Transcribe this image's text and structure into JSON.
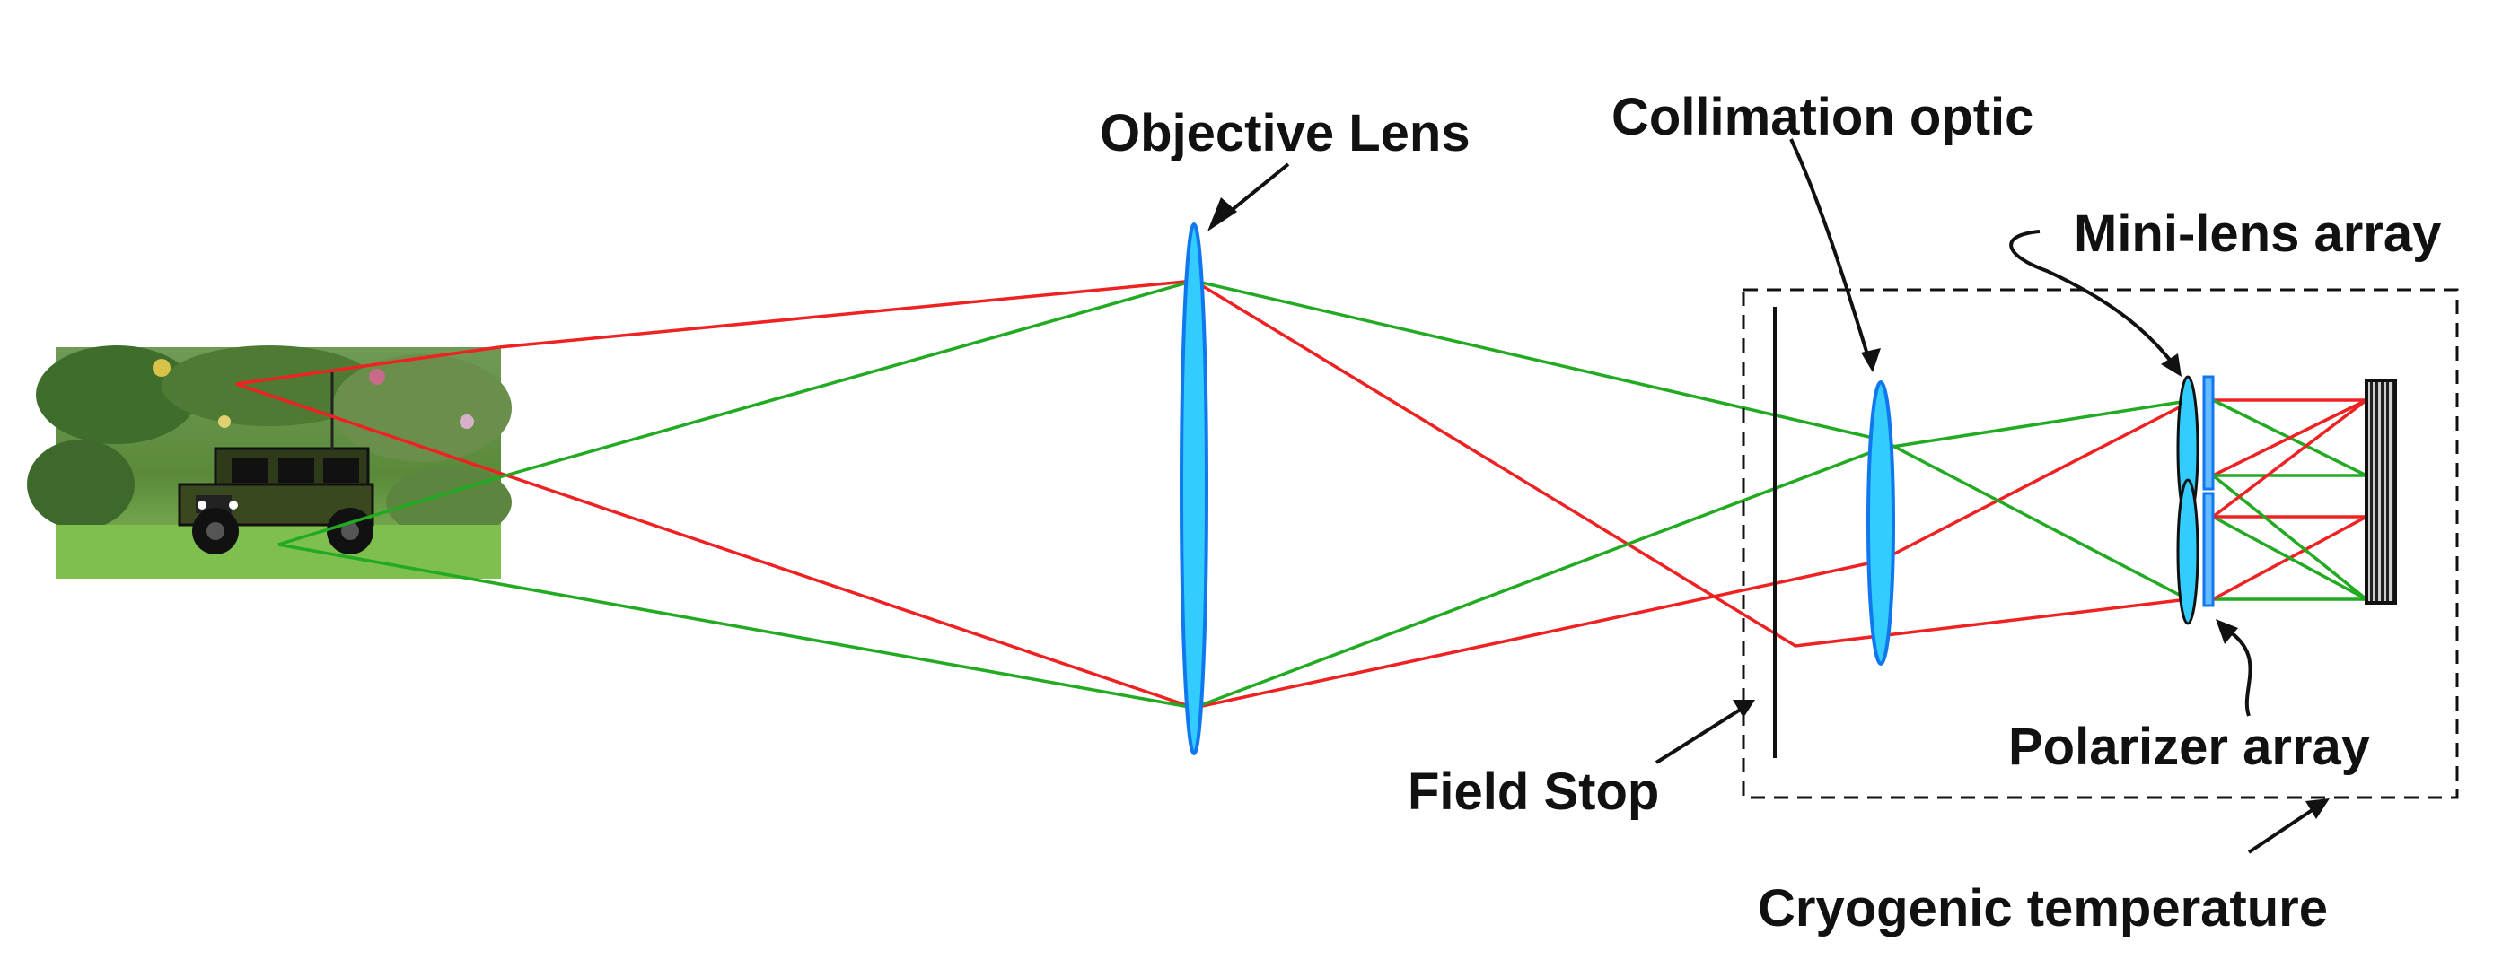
{
  "labels": {
    "objective_lens": "Objective Lens",
    "collimation_optic": "Collimation optic",
    "mini_lens_array": "Mini-lens array",
    "polarizer_array": "Polarizer array",
    "field_stop": "Field Stop",
    "cryogenic_temperature": "Cryogenic temperature"
  },
  "colors": {
    "ray_red": "#ee2222",
    "ray_green": "#22aa22",
    "lens_fill": "#33ccff",
    "lens_stroke": "#1177ee",
    "outline": "#111111",
    "detector": "#555555"
  },
  "scene_icon": "military-vehicle-in-garden-image"
}
